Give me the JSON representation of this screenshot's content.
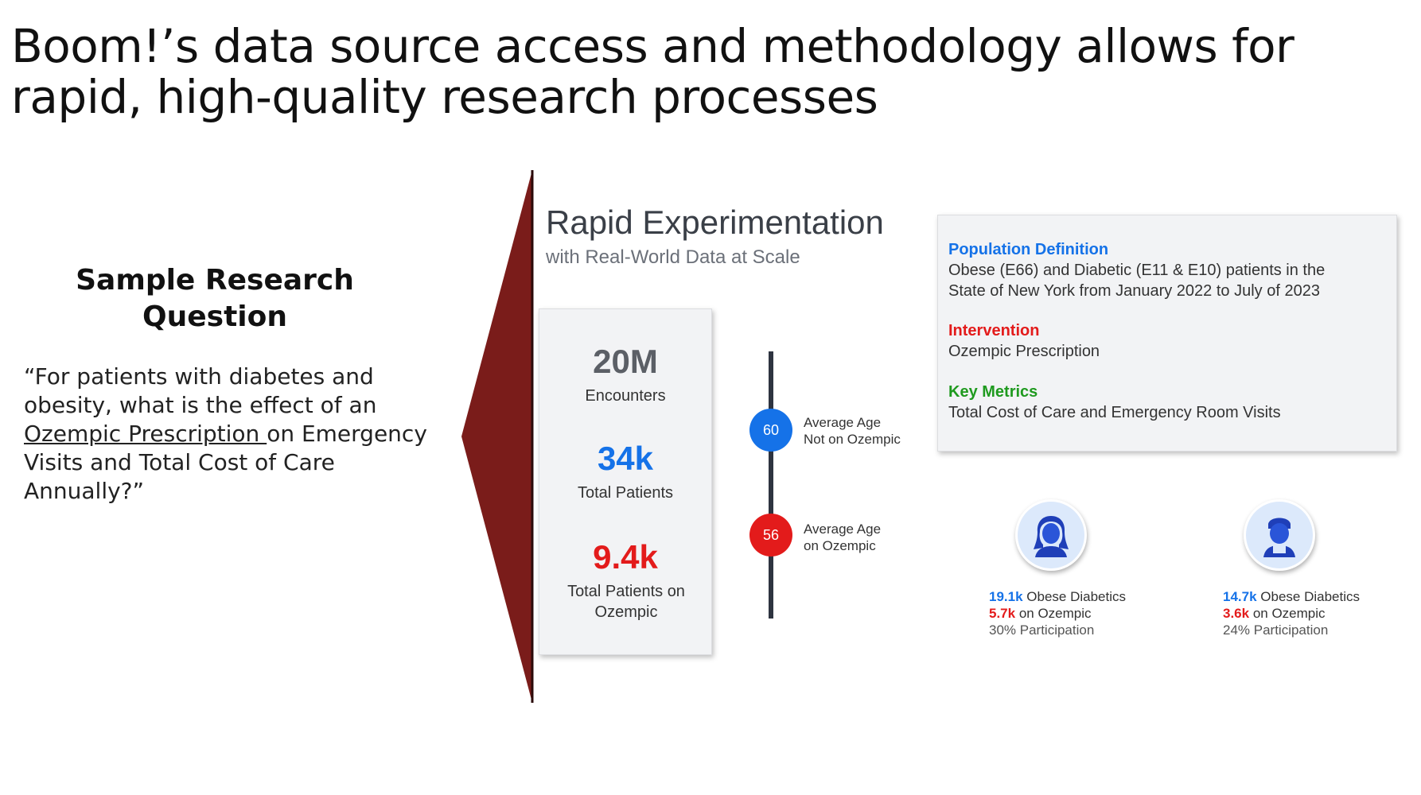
{
  "title": "Boom!’s data source access and methodology allows for rapid, high-quality research processes",
  "question": {
    "heading": "Sample Research Question",
    "text_before": "“For patients with diabetes and obesity, what is the effect of an ",
    "underlined": "Ozempic Prescription ",
    "text_after": "on Emergency Visits and Total Cost of Care Annually?”"
  },
  "experiment": {
    "title": "Rapid Experimentation",
    "subtitle": "with Real-World Data at Scale"
  },
  "stats": [
    {
      "value": "20M",
      "label": "Encounters",
      "color": "#5b5f66"
    },
    {
      "value": "34k",
      "label": "Total Patients",
      "color": "#1572e8"
    },
    {
      "value": "9.4k",
      "label": "Total Patients on Ozempic",
      "color": "#e31b1b"
    }
  ],
  "ages": [
    {
      "value": "60",
      "label_line1": "Average Age",
      "label_line2": "Not on Ozempic",
      "color": "#1572e8"
    },
    {
      "value": "56",
      "label_line1": "Average Age",
      "label_line2": "on Ozempic",
      "color": "#e31b1b"
    }
  ],
  "definitions": {
    "population": {
      "heading": "Population Definition",
      "body": "Obese (E66) and Diabetic (E11 & E10) patients in the State of New York from January 2022 to July of 2023"
    },
    "intervention": {
      "heading": "Intervention",
      "body": "Ozempic Prescription"
    },
    "metrics": {
      "heading": "Key Metrics",
      "body": "Total Cost of Care and Emergency Room Visits"
    }
  },
  "groups": [
    {
      "icon": "female-avatar-icon",
      "count": "19.1k",
      "count_label": " Obese Diabetics",
      "ozempic": "5.7k",
      "ozempic_label": " on Ozempic",
      "participation": "30% Participation"
    },
    {
      "icon": "male-avatar-icon",
      "count": "14.7k",
      "count_label": " Obese Diabetics",
      "ozempic": "3.6k",
      "ozempic_label": " on Ozempic",
      "participation": "24% Participation"
    }
  ],
  "colors": {
    "arrow": "#7a1c1a",
    "blue": "#1572e8",
    "red": "#e31b1b",
    "green": "#1f9a1f"
  }
}
